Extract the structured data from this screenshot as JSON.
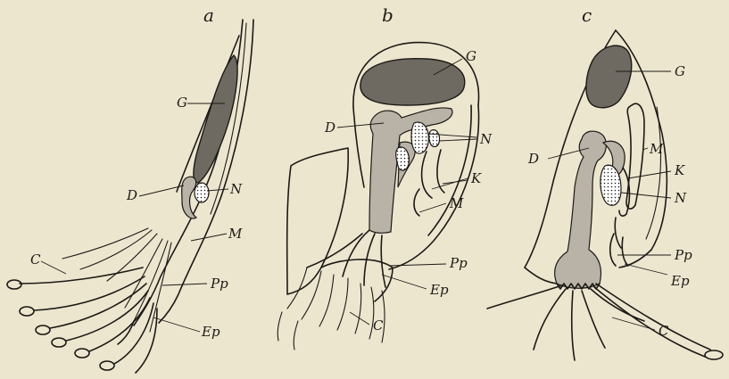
{
  "panels": [
    {
      "letter": "a",
      "labels": {
        "G": "G",
        "D": "D",
        "N": "N",
        "M": "M",
        "C": "C",
        "Pp": "Pp",
        "Ep": "Ep"
      }
    },
    {
      "letter": "b",
      "labels": {
        "G": "G",
        "D": "D",
        "N": "N",
        "K": "K",
        "M": "M",
        "Pp": "Pp",
        "Ep": "Ep",
        "C": "C"
      }
    },
    {
      "letter": "c",
      "labels": {
        "G": "G",
        "M": "M",
        "D": "D",
        "K": "K",
        "N": "N",
        "Pp": "Pp",
        "Ep": "Ep",
        "C": "C"
      }
    }
  ],
  "colors": {
    "paper": "#ede6cf",
    "ink": "#1c1a16",
    "gland_fill": "#6e6a62",
    "gut_fill": "#b8b3a6"
  }
}
